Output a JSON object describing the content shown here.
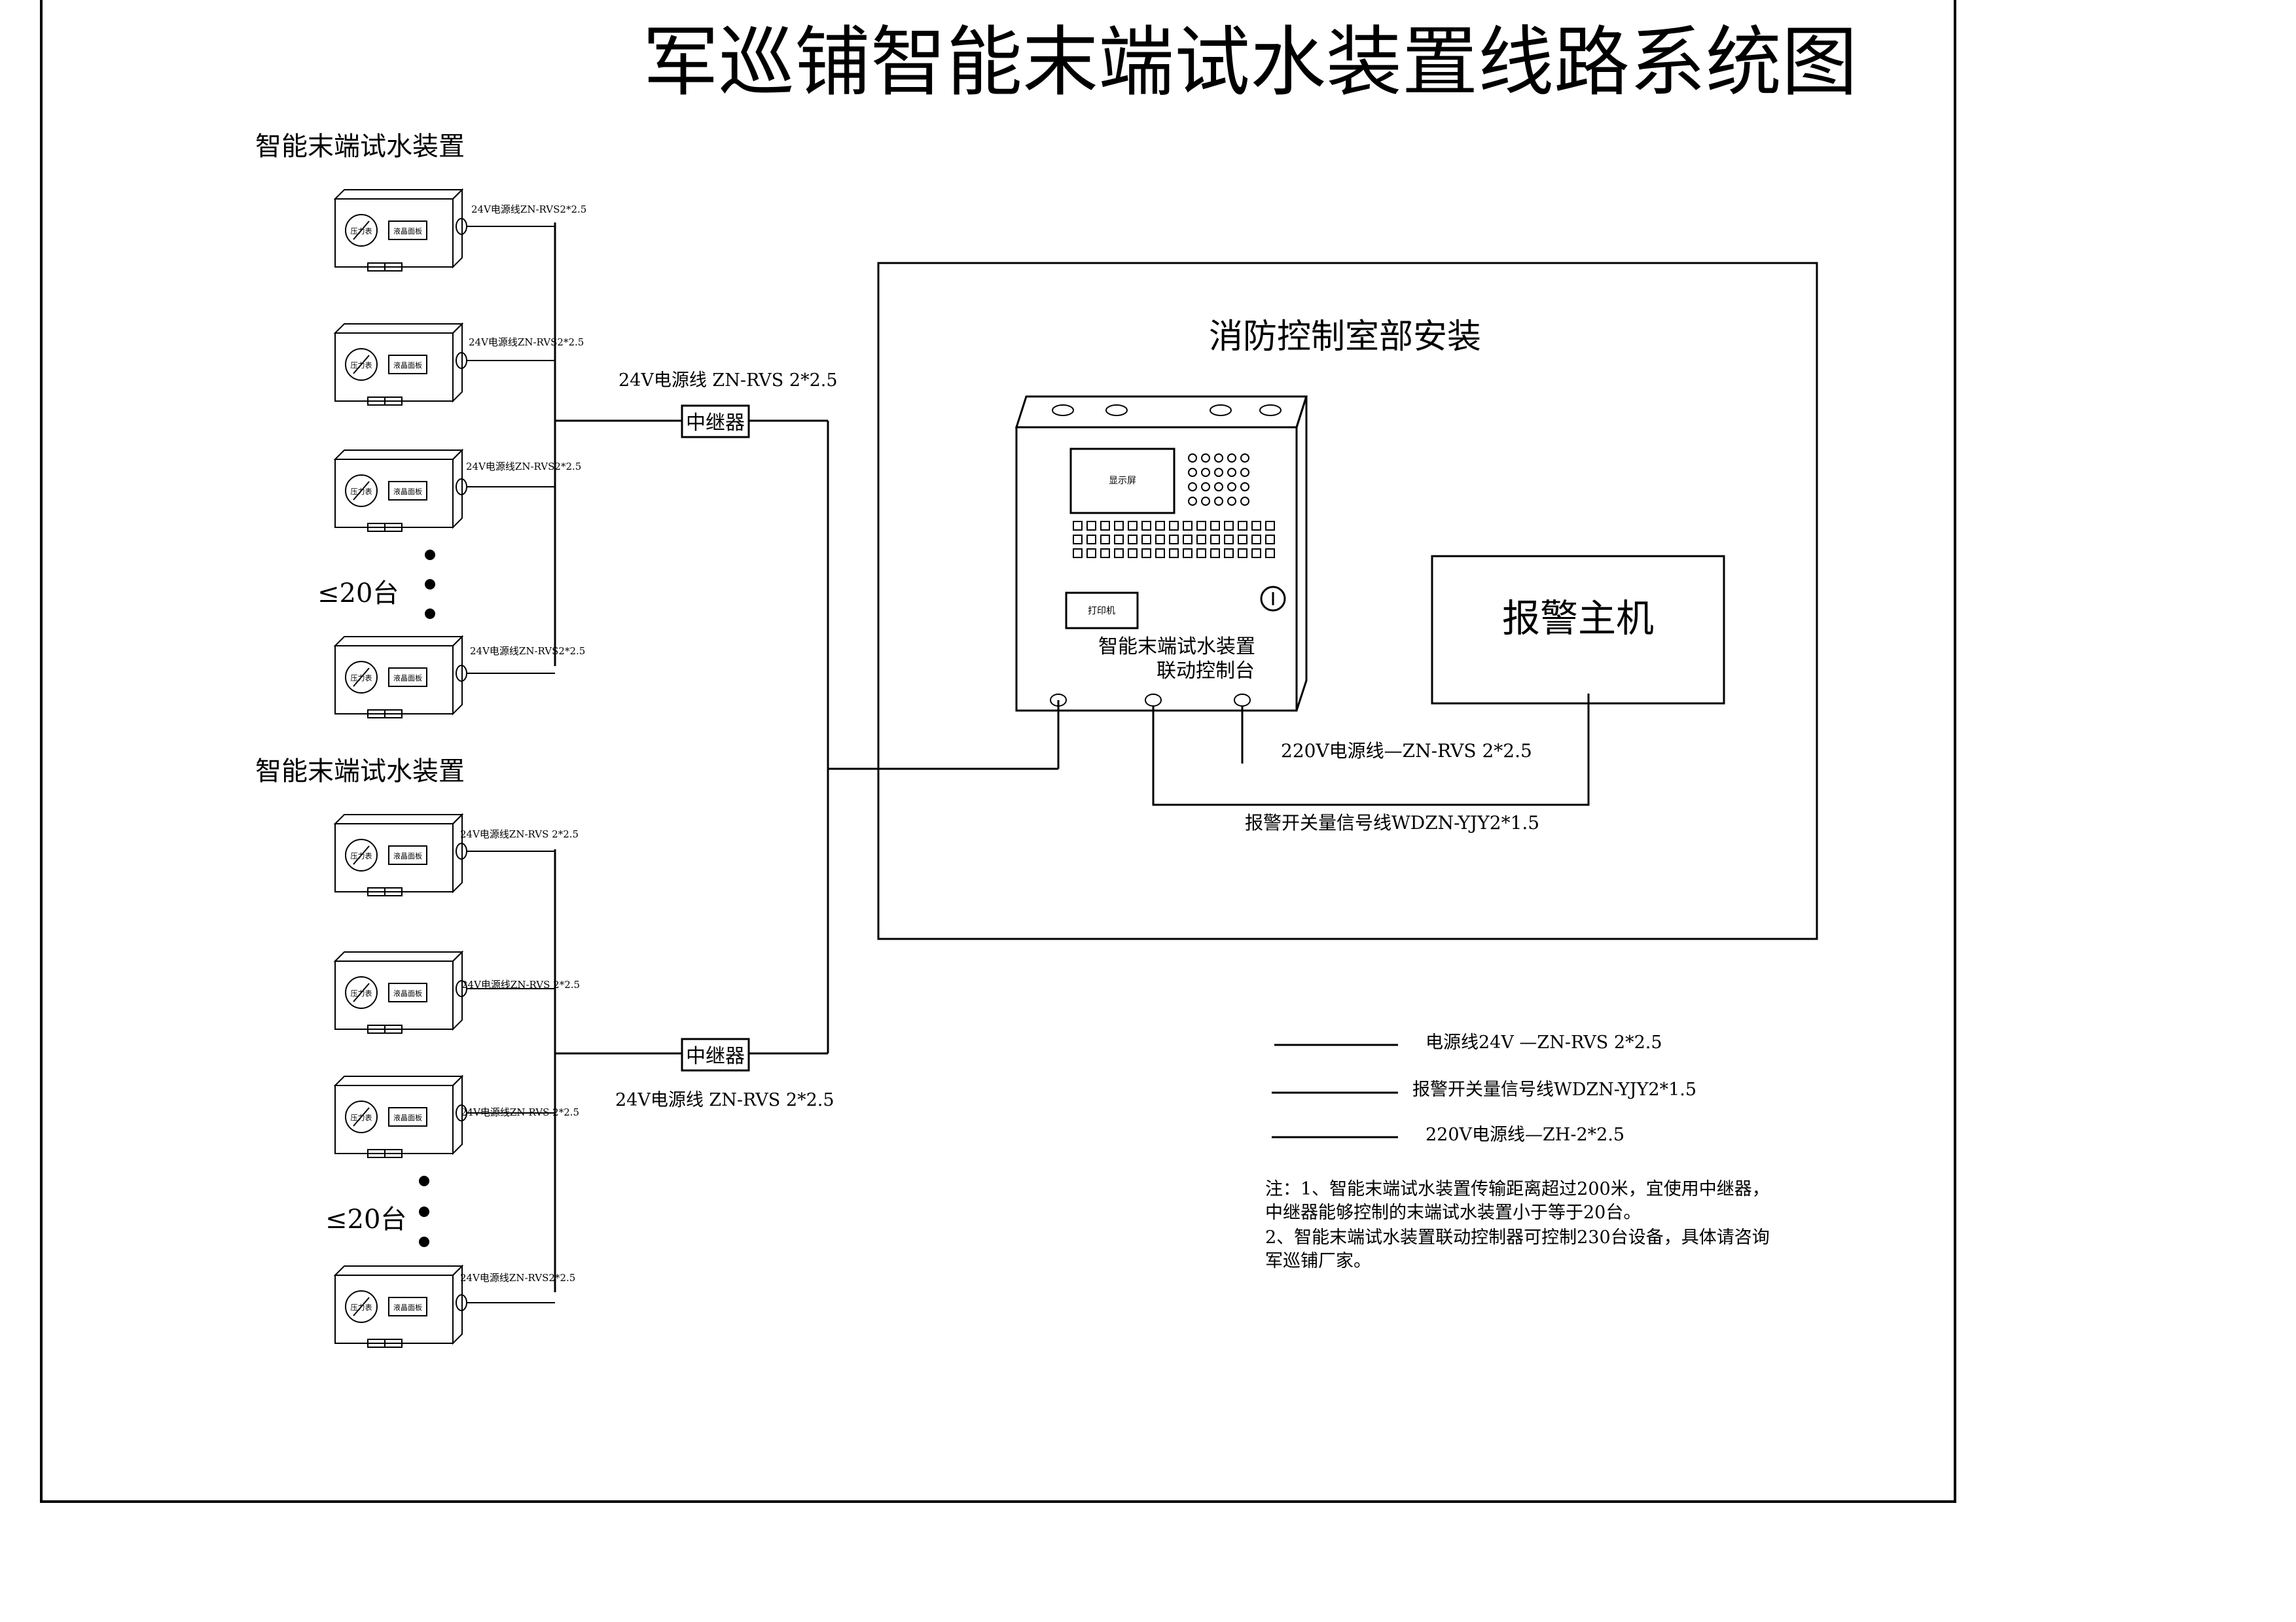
{
  "title": "军巡铺智能末端试水装置线路系统图",
  "group_top": {
    "label": "智能末端试水装置",
    "count_note": "≤20台",
    "cable_label": "24V电源线ZN-RVS2*2.5",
    "device_gauge_label": "压力表",
    "device_panel_label": "液晶面板"
  },
  "group_bottom": {
    "label": "智能末端试水装置",
    "count_note": "≤20台",
    "cable_label_a": "24V电源线ZN-RVS 2*2.5",
    "cable_label_b": "24V电源线ZN-RVS2*2.5",
    "device_gauge_label": "压力表",
    "device_panel_label": "液晶面板"
  },
  "repeater_top": {
    "label": "中继器",
    "cable_label": "24V电源线 ZN-RVS 2*2.5"
  },
  "repeater_bottom": {
    "label": "中继器",
    "cable_label": "24V电源线 ZN-RVS 2*2.5"
  },
  "control_room": {
    "title": "消防控制室部安装",
    "console": {
      "screen_label": "显示屏",
      "printer_label": "打印机",
      "name_line1": "智能末端试水装置",
      "name_line2": "联动控制台"
    },
    "alarm_host": "报警主机",
    "power_220_label": "220V电源线—ZN-RVS 2*2.5",
    "alarm_signal_label": "报警开关量信号线WDZN-YJY2*1.5"
  },
  "legend": [
    {
      "label": "电源线24V  —ZN-RVS 2*2.5"
    },
    {
      "label": "报警开关量信号线WDZN-YJY2*1.5"
    },
    {
      "label": "220V电源线—ZH-2*2.5"
    }
  ],
  "notes": [
    "注：1、智能末端试水装置传输距离超过200米，宜使用中继器，",
    "中继器能够控制的末端试水装置小于等于20台。",
    "2、智能末端试水装置联动控制器可控制230台设备，具体请咨询",
    "军巡铺厂家。"
  ]
}
